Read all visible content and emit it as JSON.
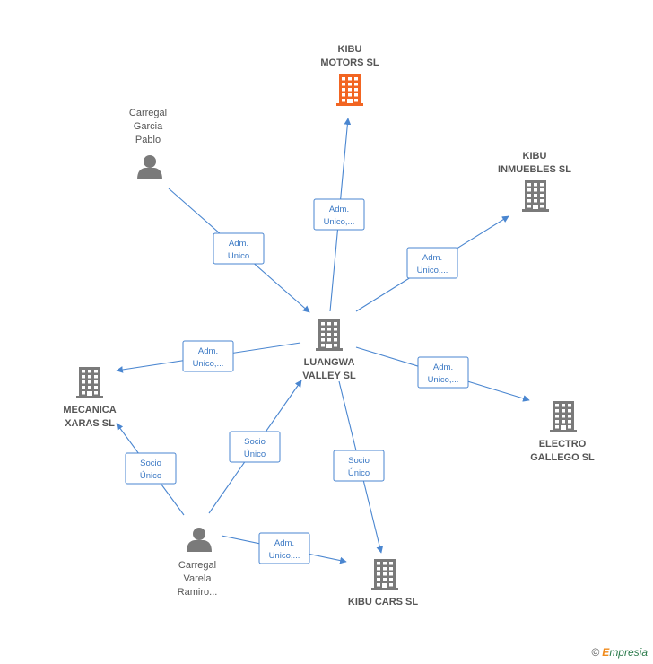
{
  "nodes": {
    "kibu_motors": {
      "lines": [
        "KIBU",
        "MOTORS  SL"
      ],
      "type": "company",
      "highlight": true
    },
    "carregal_pablo": {
      "lines": [
        "Carregal",
        "Garcia",
        "Pablo"
      ],
      "type": "person"
    },
    "kibu_inmuebles": {
      "lines": [
        "KIBU",
        "INMUEBLES  SL"
      ],
      "type": "company"
    },
    "luangwa": {
      "lines": [
        "LUANGWA",
        "VALLEY  SL"
      ],
      "type": "company"
    },
    "mecanica_xaras": {
      "lines": [
        "MECANICA",
        "XARAS  SL"
      ],
      "type": "company"
    },
    "electro_gallego": {
      "lines": [
        "ELECTRO",
        "GALLEGO  SL"
      ],
      "type": "company"
    },
    "carregal_ramiro": {
      "lines": [
        "Carregal",
        "Varela",
        "Ramiro..."
      ],
      "type": "person"
    },
    "kibu_cars": {
      "lines": [
        "KIBU CARS  SL"
      ],
      "type": "company"
    }
  },
  "edges": [
    {
      "from": "luangwa",
      "to": "kibu_motors",
      "label": [
        "Adm.",
        "Unico,..."
      ]
    },
    {
      "from": "carregal_pablo",
      "to": "luangwa",
      "label": [
        "Adm.",
        "Unico"
      ]
    },
    {
      "from": "luangwa",
      "to": "kibu_inmuebles",
      "label": [
        "Adm.",
        "Unico,..."
      ]
    },
    {
      "from": "luangwa",
      "to": "mecanica_xaras",
      "label": [
        "Adm.",
        "Unico,..."
      ]
    },
    {
      "from": "luangwa",
      "to": "electro_gallego",
      "label": [
        "Adm.",
        "Unico,..."
      ]
    },
    {
      "from": "carregal_ramiro",
      "to": "luangwa",
      "label": [
        "Socio",
        "Único"
      ]
    },
    {
      "from": "carregal_ramiro",
      "to": "mecanica_xaras",
      "label": [
        "Socio",
        "Único"
      ]
    },
    {
      "from": "luangwa",
      "to": "kibu_cars",
      "label": [
        "Socio",
        "Único"
      ]
    },
    {
      "from": "carregal_ramiro",
      "to": "kibu_cars",
      "label": [
        "Adm.",
        "Unico,..."
      ]
    }
  ],
  "colors": {
    "edge": "#4a86d0",
    "icon": "#7a7a7a",
    "highlight": "#f26522"
  },
  "brand": {
    "symbol": "©",
    "initial": "E",
    "rest": "mpresia"
  }
}
